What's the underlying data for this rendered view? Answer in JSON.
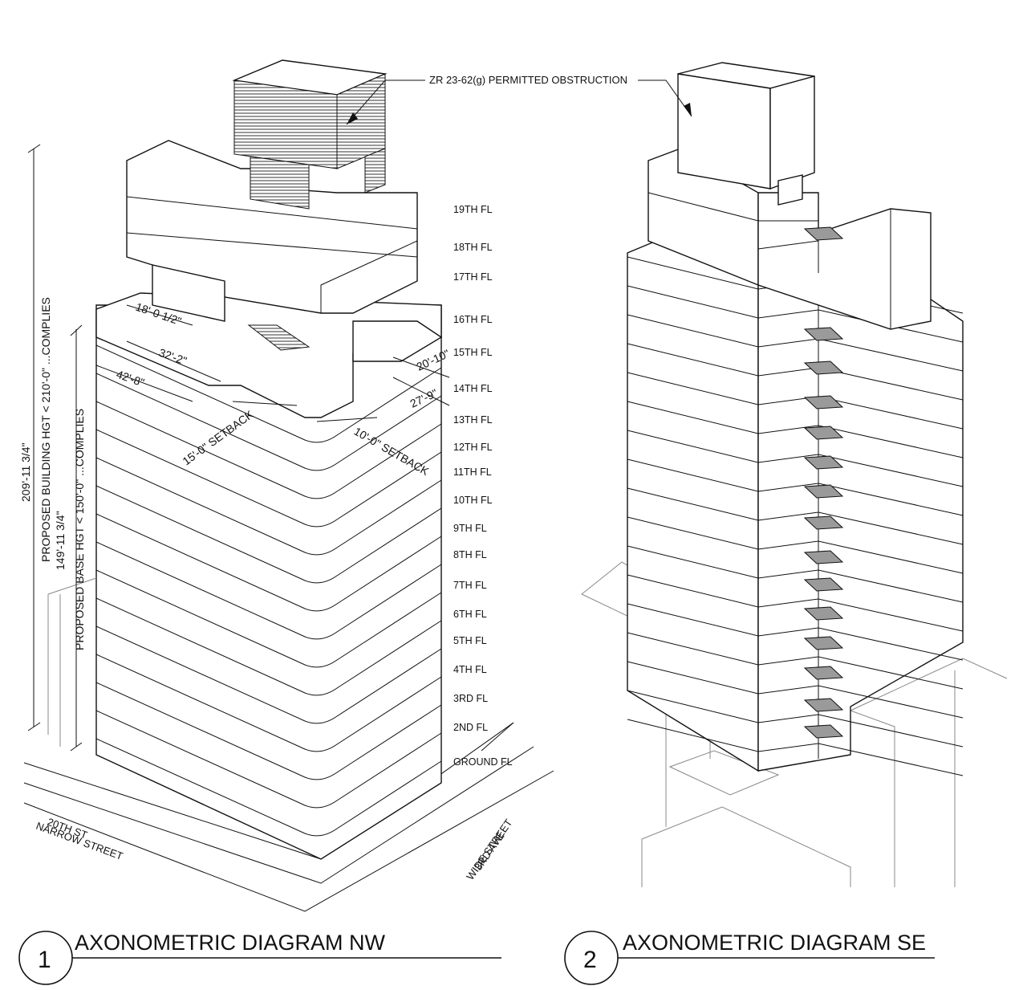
{
  "annotation": {
    "obstruction": "ZR 23-62(g) PERMITTED OBSTRUCTION"
  },
  "floors": [
    "19TH FL",
    "18TH FL",
    "17TH FL",
    "16TH FL",
    "15TH FL",
    "14TH FL",
    "13TH FL",
    "12TH FL",
    "11TH FL",
    "10TH FL",
    "9TH FL",
    "8TH FL",
    "7TH FL",
    "6TH FL",
    "5TH FL",
    "4TH FL",
    "3RD FL",
    "2ND FL",
    "GROUND FL"
  ],
  "heights": {
    "overall_dim": "209'-11 3/4\"",
    "overall_note": "PROPOSED BUILDING HGT < 210'-0\" ...COMPLIES",
    "base_dim": "149'-11 3/4\"",
    "base_note": "PROPOSED BASE HGT < 150'-0\" ...COMPLIES"
  },
  "dimensions": {
    "d1": "18'-0 1/2\"",
    "d2": "32'-2\"",
    "d3": "42'-8\"",
    "d4": "20'-10\"",
    "d5": "27'-9\"",
    "setback1": "15'-0\" SETBACK",
    "setback2": "10'-0\" SETBACK"
  },
  "streets": {
    "west_name": "20TH ST",
    "west_type": "NARROW STREET",
    "east_name": "3RD AVE",
    "east_type": "WIDE STREET"
  },
  "titles": [
    {
      "number": "1",
      "text": "AXONOMETRIC DIAGRAM NW"
    },
    {
      "number": "2",
      "text": "AXONOMETRIC DIAGRAM SE"
    }
  ]
}
